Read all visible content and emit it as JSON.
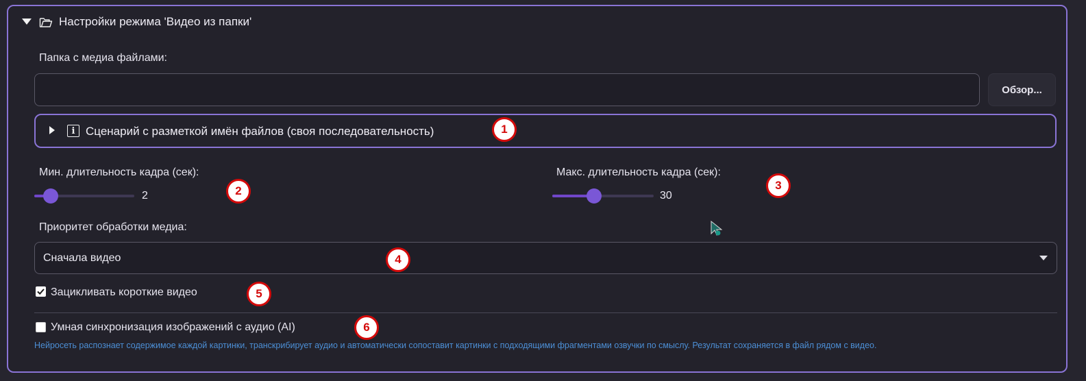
{
  "header": {
    "title": "Настройки режима 'Видео из папки'",
    "folder_icon": "folder-icon",
    "caret_icon": "caret-down-icon"
  },
  "media_folder": {
    "label": "Папка с медиа файлами:",
    "value": "",
    "placeholder": "",
    "browse_label": "Обзор..."
  },
  "scenario": {
    "label": "Сценарий с разметкой имён файлов (своя последовательность)",
    "info_icon_glyph": "i",
    "caret_icon": "caret-right-icon"
  },
  "min_duration": {
    "label": "Мин. длительность кадра (сек):",
    "value": "2",
    "slider_fraction": 0.17
  },
  "max_duration": {
    "label": "Макс. длительность кадра (сек):",
    "value": "30",
    "slider_fraction": 0.41
  },
  "priority": {
    "label": "Приоритет обработки медиа:",
    "selected": "Сначала видео"
  },
  "loop_short": {
    "label": "Зацикливать короткие видео",
    "checked": true
  },
  "smart_sync": {
    "label": "Умная синхронизация изображений с аудио (AI)",
    "checked": false,
    "description": "Нейросеть распознает содержимое каждой картинки, транскрибирует аудио и автоматически сопоставит картинки с подходящими фрагментами озвучки по смыслу. Результат сохраняется в файл рядом с видео."
  },
  "annotations": [
    "1",
    "2",
    "3",
    "4",
    "5",
    "6"
  ],
  "colors": {
    "accent": "#8a74d6",
    "slider": "#7a57d6",
    "badge_border": "#d40a0a",
    "description": "#4c8fd6",
    "background": "#23222b"
  }
}
